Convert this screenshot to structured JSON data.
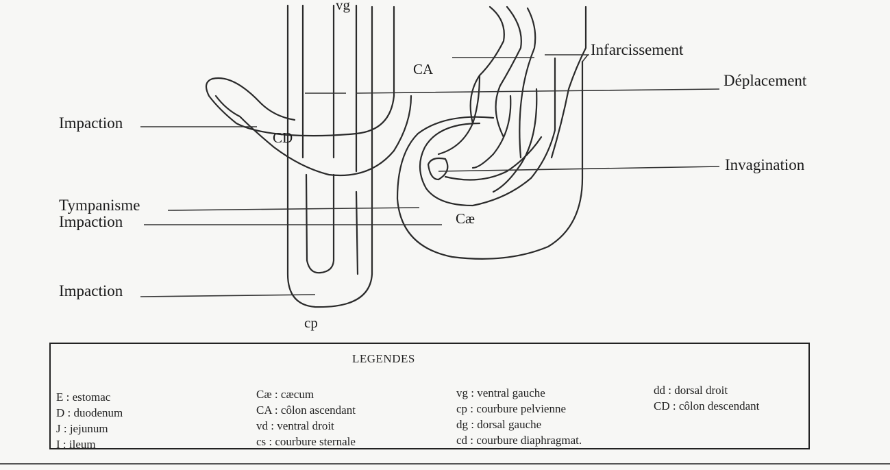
{
  "diagram": {
    "labels": {
      "vg_top": "vg",
      "ca": "CA",
      "cd": "CD",
      "cae": "Cæ",
      "cp": "cp"
    },
    "callouts": {
      "infarcissement": "Infarcissement",
      "deplacement": "Déplacement",
      "invagination": "Invagination",
      "impaction_1": "Impaction",
      "tympanisme": "Tympanisme",
      "impaction_2": "Impaction",
      "impaction_3": "Impaction"
    }
  },
  "legend": {
    "title": "LEGENDES",
    "columns": [
      [
        "E : estomac",
        "D : duodenum",
        "J : jejunum",
        "I : ileum"
      ],
      [
        "Cæ : cæcum",
        "CA : côlon ascendant",
        "vd : ventral droit",
        "cs : courbure sternale"
      ],
      [
        "vg : ventral gauche",
        "cp : courbure pelvienne",
        "dg : dorsal gauche",
        "cd : courbure diaphragmat."
      ],
      [
        "dd : dorsal droit",
        "CD : côlon descendant"
      ]
    ]
  }
}
